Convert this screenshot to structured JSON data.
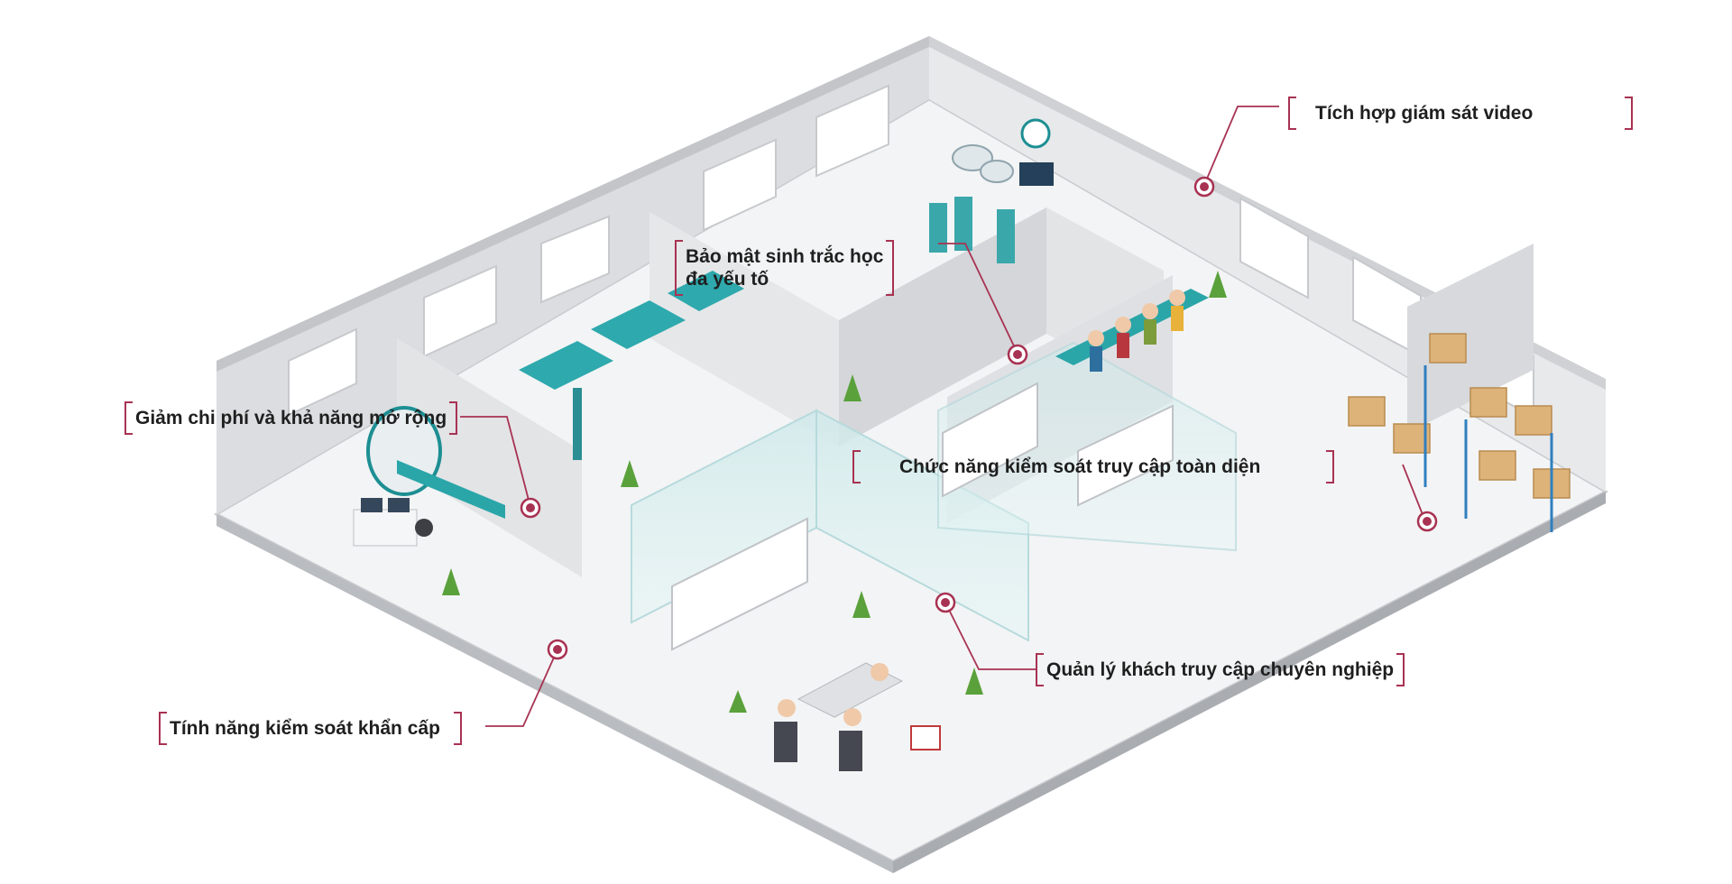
{
  "accent_color": "#a83252",
  "callouts": {
    "video": "Tích hợp giám sát video",
    "biometric_line1": "Bảo mật sinh trắc học",
    "biometric_line2": "đa yếu tố",
    "cost": "Giảm chi phí và khả năng mở rộng",
    "access": "Chức năng kiểm soát truy cập toàn diện",
    "visitor": "Quản lý khách truy cập chuyên nghiệp",
    "emergency": "Tính năng kiểm soát khẩn cấp"
  },
  "markers": [
    "video-camera-marker",
    "biometric-marker",
    "cost-marker",
    "access-control-marker",
    "visitor-marker",
    "emergency-marker"
  ],
  "illustration": "isometric-hospital-floor-plan"
}
